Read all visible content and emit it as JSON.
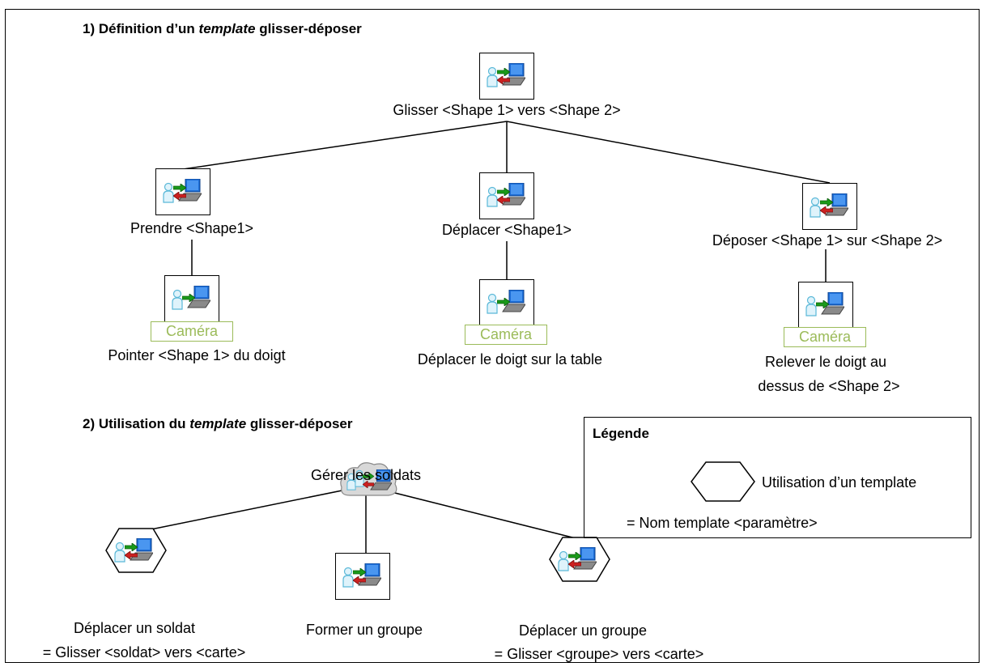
{
  "section1": {
    "title_prefix": "1) Définition d’un ",
    "title_italic": "template",
    "title_suffix": " glisser-déposer"
  },
  "section2": {
    "title_prefix": "2) Utilisation du ",
    "title_italic": "template",
    "title_suffix": " glisser-déposer"
  },
  "tree1": {
    "root": "Glisser <Shape 1> vers <Shape 2>",
    "children": [
      {
        "label": "Prendre <Shape1>",
        "leaf_tag": "Caméra",
        "leaf_label": "Pointer <Shape 1> du doigt"
      },
      {
        "label": "Déplacer <Shape1>",
        "leaf_tag": "Caméra",
        "leaf_label": "Déplacer le doigt sur la table"
      },
      {
        "label": "Déposer <Shape 1> sur <Shape 2>",
        "leaf_tag": "Caméra",
        "leaf_label_line1": "Relever le doigt au",
        "leaf_label_line2": "dessus de <Shape 2>"
      }
    ]
  },
  "tree2": {
    "root": "Gérer les soldats",
    "children": [
      {
        "line1": "Déplacer un soldat",
        "line2": "= Glisser <soldat> vers <carte>"
      },
      {
        "line1": "Former un groupe"
      },
      {
        "line1": "Déplacer un groupe",
        "line2": "= Glisser <groupe> vers <carte>"
      }
    ]
  },
  "legend": {
    "title": "Légende",
    "item_text": "Utilisation d’un template",
    "format_text": "= Nom template <paramètre>"
  },
  "icons": {
    "interaction": "user-computer-interaction-icon",
    "user": "user-to-computer-icon",
    "abstract": "cloud-abstract-task-icon",
    "template": "hexagon-template-icon"
  },
  "colors": {
    "camera": "#9bbb59",
    "arrow_green": "#1a9a1a",
    "arrow_red": "#cc2020",
    "screen": "#1e6fd9"
  }
}
